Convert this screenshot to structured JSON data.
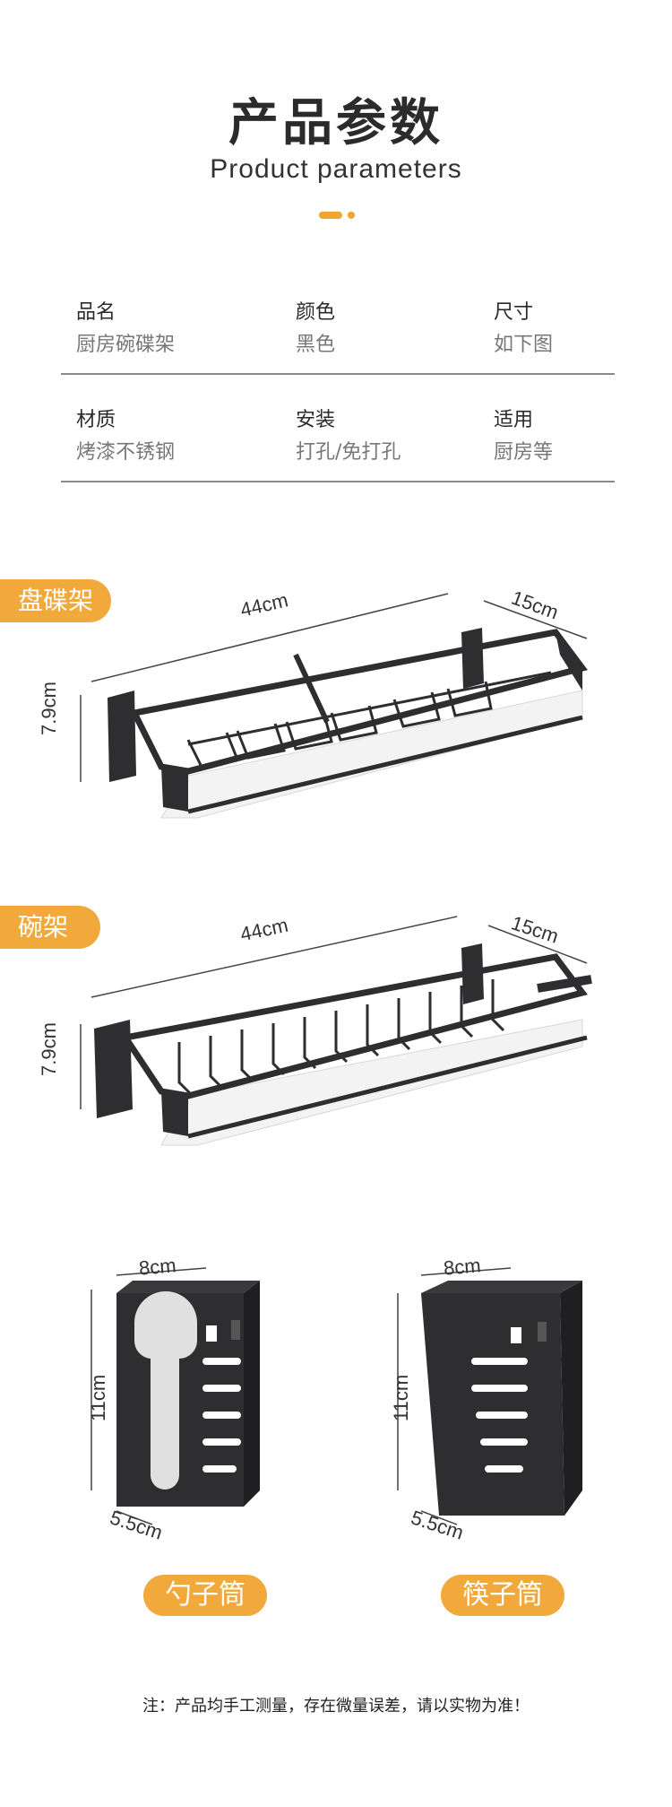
{
  "header": {
    "title_cn": "产品参数",
    "title_en": "Product parameters"
  },
  "params": [
    {
      "label": "品名",
      "value": "厨房碗碟架"
    },
    {
      "label": "颜色",
      "value": "黑色"
    },
    {
      "label": "尺寸",
      "value": "如下图"
    },
    {
      "label": "材质",
      "value": "烤漆不锈钢"
    },
    {
      "label": "安装",
      "value": "打孔/免打孔"
    },
    {
      "label": "适用",
      "value": "厨房等"
    }
  ],
  "products": {
    "dish_rack": {
      "tag": "盘碟架",
      "length": "44cm",
      "depth": "15cm",
      "height": "7.9cm"
    },
    "bowl_rack": {
      "tag": "碗架",
      "length": "44cm",
      "depth": "15cm",
      "height": "7.9cm"
    },
    "spoon_holder": {
      "label": "勺子筒",
      "width": "8cm",
      "height": "11cm",
      "depth": "5.5cm"
    },
    "chopstick_holder": {
      "label": "筷子筒",
      "width": "8cm",
      "height": "11cm",
      "depth": "5.5cm"
    }
  },
  "footer": {
    "note": "注：产品均手工测量，存在微量误差，请以实物为准！"
  },
  "colors": {
    "accent": "#f2a93b",
    "product": "#2e2e30"
  }
}
